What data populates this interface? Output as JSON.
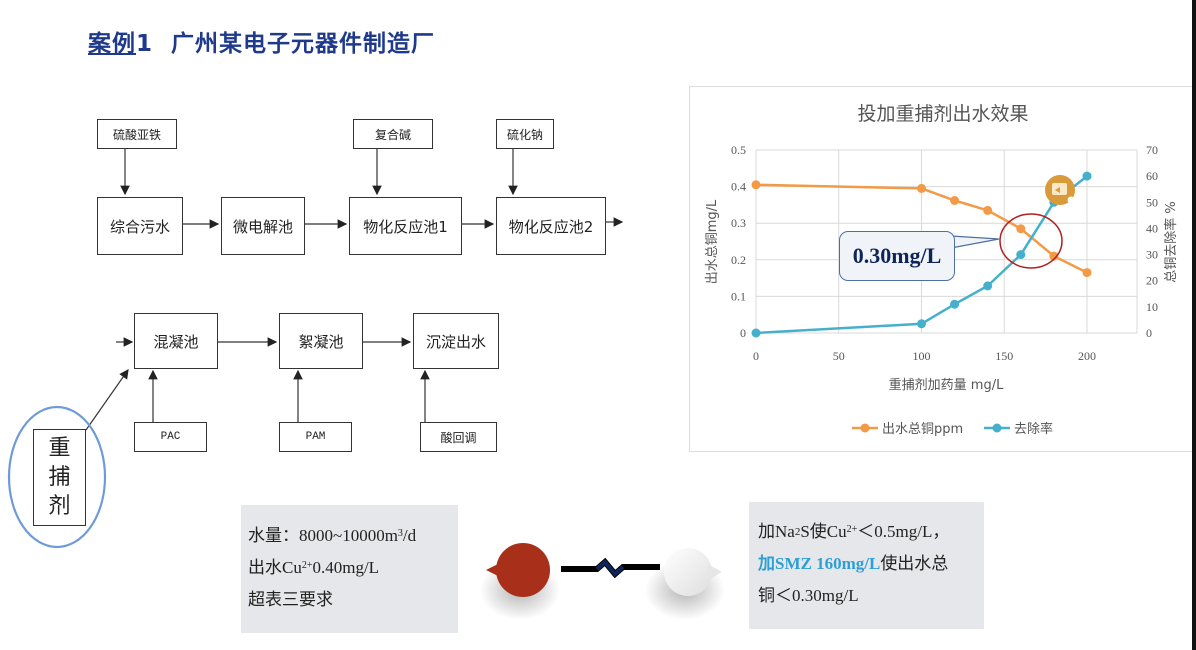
{
  "header": {
    "title_prefix": "案例",
    "title_number": "1",
    "title_main": "广州某电子元器件制造厂"
  },
  "flow_top": {
    "inputs": [
      {
        "label": "硫酸亚铁"
      },
      {
        "label": "复合碱"
      },
      {
        "label": "硫化钠"
      }
    ],
    "steps": [
      {
        "label": "综合污水"
      },
      {
        "label": "微电解池"
      },
      {
        "label": "物化反应池1"
      },
      {
        "label": "物化反应池2"
      }
    ]
  },
  "flow_bottom": {
    "steps": [
      {
        "label": "混凝池"
      },
      {
        "label": "絮凝池"
      },
      {
        "label": "沉淀出水"
      }
    ],
    "inputs": [
      {
        "label": "PAC"
      },
      {
        "label": "PAM"
      },
      {
        "label": "酸回调"
      }
    ]
  },
  "highlight": {
    "chars": [
      "重",
      "捕",
      "剂"
    ],
    "ring_color": "#6e9bd8"
  },
  "chart_data": {
    "type": "line",
    "title": "投加重捕剂出水效果",
    "xlabel": "重捕剂加药量 mg/L",
    "ylabel": "出水总铜mg/L",
    "y2label": "总铜去除率 %",
    "x_ticks": [
      "0",
      "50",
      "100",
      "150",
      "200"
    ],
    "y_ticks": [
      "0",
      "0.1",
      "0.2",
      "0.3",
      "0.4",
      "0.5"
    ],
    "y2_ticks": [
      "0",
      "10",
      "20",
      "30",
      "40",
      "50",
      "60",
      "70"
    ],
    "xlim": [
      0,
      230
    ],
    "ylim": [
      0,
      0.5
    ],
    "y2lim": [
      0,
      70
    ],
    "grid": true,
    "legend_position": "bottom",
    "x": [
      0,
      100,
      120,
      140,
      160,
      180,
      200
    ],
    "series": [
      {
        "name": "出水总铜ppm",
        "axis": "left",
        "color": "#f39a46",
        "values": [
          0.405,
          0.395,
          0.362,
          0.335,
          0.285,
          0.21,
          0.165
        ]
      },
      {
        "name": "去除率",
        "axis": "right",
        "color": "#45b0cc",
        "values": [
          0,
          3.5,
          11,
          18,
          30,
          50,
          60
        ]
      }
    ],
    "annotation": {
      "text": "0.30mg/L",
      "circle_color": "#b02020"
    }
  },
  "info_left": {
    "line1_label": "水量：",
    "line1_value": "8000~10000m",
    "line1_sup": "3",
    "line1_unit": "/d",
    "line2_prefix": "出水Cu",
    "line2_sup": "2+",
    "line2_value": "0.40mg/L",
    "line3": "超表三要求"
  },
  "info_right": {
    "line1_a": "加Na",
    "line1_sub": "2",
    "line1_b": "S使Cu",
    "line1_sup": "2+",
    "line1_c": "＜0.5mg/L，",
    "line2_highlight": "加SMZ 160mg/L",
    "line2_rest": "使出水总",
    "line3": "铜＜0.30mg/L"
  },
  "colors": {
    "title": "#1f3a8a",
    "accent_red": "#a8301a",
    "info_bg": "#e6e7ea",
    "highlight_blue": "#2e9fd6"
  }
}
